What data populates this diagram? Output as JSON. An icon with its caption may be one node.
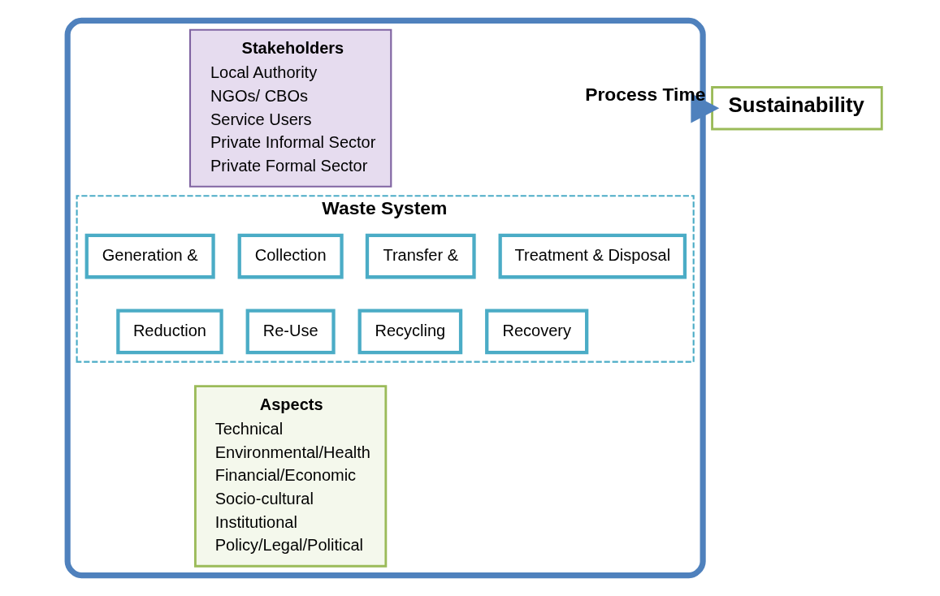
{
  "diagram": {
    "nodes": [
      {
        "text": [],
        "shape": "ellipse"
      },
      {
        "text": [
          "Stakeholders",
          "Local Authority",
          "NGOs/ CBOs",
          "Service Users",
          "Private Informal Sector",
          "Private Formal Sector"
        ],
        "in": 0
      },
      {
        "text": [
          "Waste System"
        ],
        "in": 0
      },
      {
        "text": [
          "Generation &"
        ],
        "in": 2
      },
      {
        "text": [
          "Collection"
        ],
        "in": 2
      },
      {
        "text": [
          "Transfer &"
        ],
        "in": 2
      },
      {
        "text": [
          "Treatment & Disposal"
        ],
        "in": 2
      },
      {
        "text": [
          "Reduction"
        ],
        "in": 2
      },
      {
        "text": [
          "Re-Use"
        ],
        "in": 2
      },
      {
        "text": [
          "Recycling"
        ],
        "in": 2
      },
      {
        "text": [
          "Recovery"
        ],
        "in": 2
      },
      {
        "text": [
          "Aspects",
          "Technical",
          "Environmental/Health",
          "Financial/Economic",
          "Socio-cultural",
          "Institutional",
          "Policy/Legal/Political"
        ],
        "in": 0
      },
      {
        "text": [
          "Sustainability"
        ]
      }
    ],
    "edges": [
      {
        "from": 0,
        "to": 12,
        "arrow": "to",
        "label": "Process Time",
        "style": "thick"
      }
    ]
  }
}
